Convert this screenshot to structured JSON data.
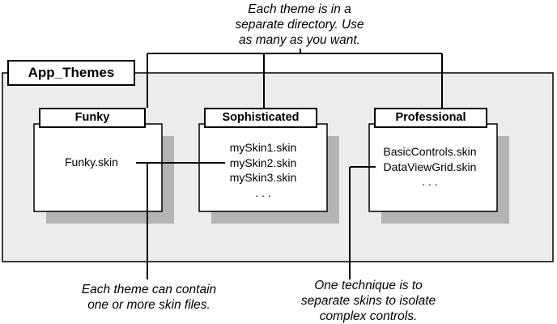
{
  "root": {
    "label": "App_Themes"
  },
  "callouts": {
    "top": "Each theme is in a\nseparate directory. Use\nas many as you want.",
    "bottom_left": "Each theme can contain\none or more skin files.",
    "bottom_right": "One technique is to\nseparate skins to isolate\ncomplex controls."
  },
  "themes": [
    {
      "name": "Funky",
      "files": [
        "Funky.skin"
      ]
    },
    {
      "name": "Sophisticated",
      "files": [
        "mySkin1.skin",
        "mySkin2.skin",
        "mySkin3.skin",
        ". . ."
      ]
    },
    {
      "name": "Professional",
      "files": [
        "BasicControls.skin",
        "DataViewGrid.skin",
        ". . ."
      ]
    }
  ],
  "colors": {
    "outer_panel": "#ececec",
    "shadow": "#b4b4b4",
    "stroke": "#000000",
    "folder_fill": "#ffffff"
  }
}
